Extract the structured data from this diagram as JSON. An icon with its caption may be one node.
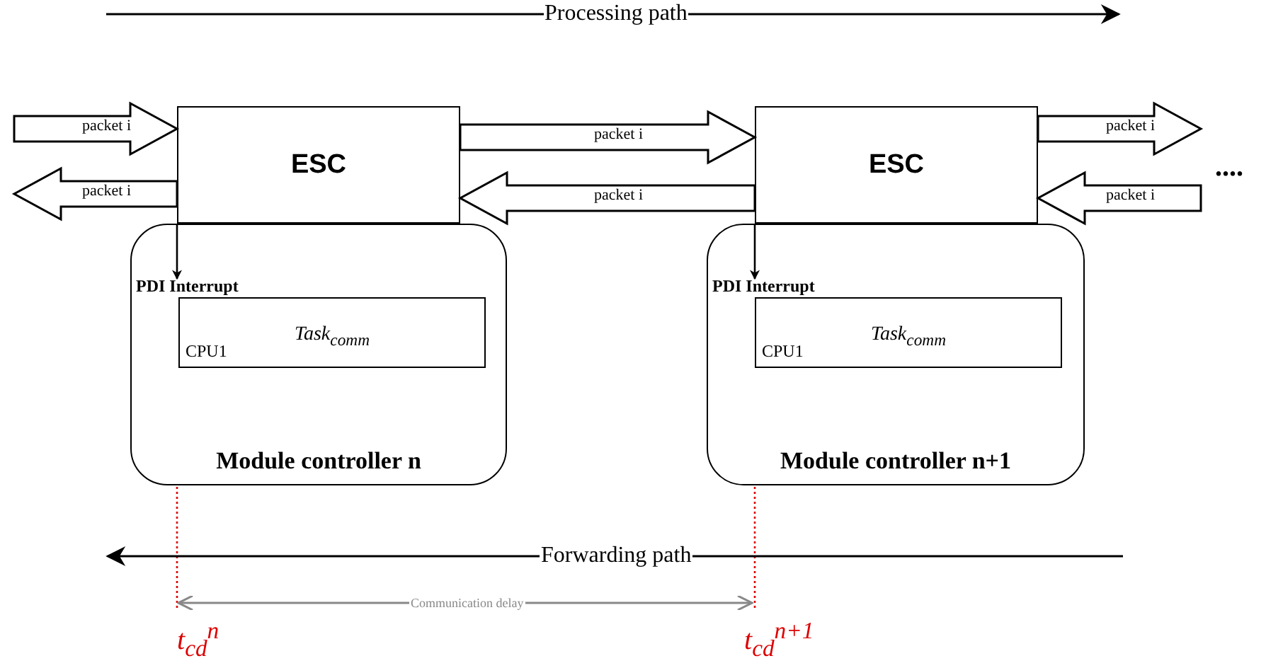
{
  "diagram": {
    "nodes": [
      {
        "text": [
          "ESC"
        ]
      },
      {
        "text": [
          "Module controller n"
        ]
      },
      {
        "text": [
          "PDI Interrupt"
        ],
        "in": 1
      },
      {
        "text": [
          "Task$_{comm}$",
          "CPU1"
        ],
        "in": 1
      },
      {
        "text": [
          "ESC"
        ]
      },
      {
        "text": [
          "Module controller n+1"
        ]
      },
      {
        "text": [
          "PDI Interrupt"
        ],
        "in": 5
      },
      {
        "text": [
          "Task$_{comm}$",
          "CPU1"
        ],
        "in": 5
      }
    ],
    "edges": [
      {
        "from": null,
        "to": 0,
        "arrow": "to",
        "label": "packet i",
        "style": "thick"
      },
      {
        "from": 0,
        "to": null,
        "arrow": "to",
        "label": "packet i",
        "style": "thick"
      },
      {
        "from": 0,
        "to": 4,
        "arrow": "to",
        "label": "packet i",
        "style": "thick"
      },
      {
        "from": 4,
        "to": 0,
        "arrow": "to",
        "label": "packet i",
        "style": "thick"
      },
      {
        "from": 4,
        "to": null,
        "arrow": "to",
        "label": "packet i",
        "style": "thick"
      },
      {
        "from": null,
        "to": 4,
        "arrow": "to",
        "label": "packet i",
        "style": "thick"
      },
      {
        "from": 0,
        "to": 2,
        "arrow": "to"
      },
      {
        "from": 4,
        "to": 6,
        "arrow": "to"
      }
    ],
    "labels": [
      "Processing path",
      "....",
      "Forwarding path",
      "Communication delay",
      "t$_{cd}$$^{n}$",
      "t$_{cd}$$^{n+1}$"
    ]
  }
}
